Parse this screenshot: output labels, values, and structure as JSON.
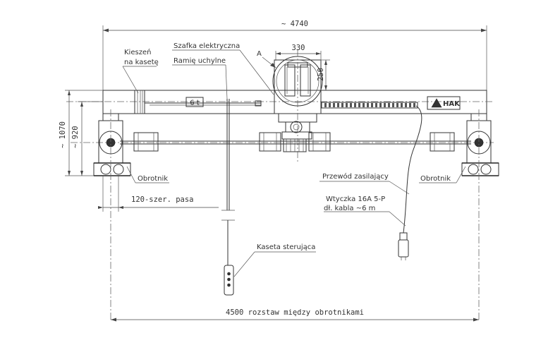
{
  "dimensions": {
    "overall_width": "~ 4740",
    "hoist_width": "330",
    "hoist_height": "250",
    "height_total": "~ 1070",
    "height_frame": "~ 920",
    "wheel_base": "4500 rozstaw między obrotnikami",
    "belt_width": "120-szer. pasa"
  },
  "labels": {
    "belt_pocket_line1": "Kieszeń",
    "belt_pocket_line2": "na kasetę",
    "cabinet": "Szafka elektryczna",
    "arm": "Ramię uchylne",
    "view_marker": "A",
    "capacity": "6 t",
    "brand": "HAK",
    "swivel_left": "Obrotnik",
    "swivel_right": "Obrotnik",
    "power_cable": "Przewód zasilający",
    "plug_line1": "Wtyczka 16A 5-P",
    "plug_line2": "dł. kabla ~6 m",
    "pendant": "Kaseta sterująca"
  },
  "colors": {
    "line": "#333333",
    "background": "#ffffff"
  }
}
